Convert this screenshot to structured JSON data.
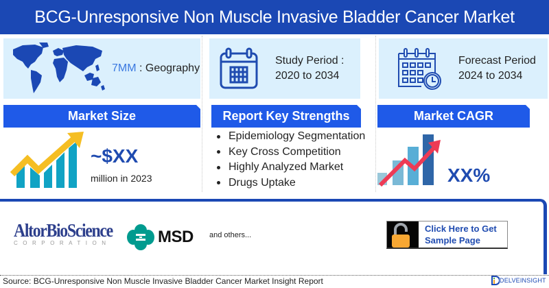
{
  "header": {
    "title": "BCG-Unresponsive Non Muscle Invasive Bladder Cancer Market"
  },
  "geography": {
    "highlight": "7MM",
    "label": " : Geography",
    "icon": "world-map-icon"
  },
  "study_period": {
    "line1": "Study Period :",
    "line2": "2020 to 2034",
    "icon": "calendar-icon"
  },
  "forecast_period": {
    "line1": "Forecast Period",
    "line2": "2024 to 2034",
    "icon": "calendar-clock-icon"
  },
  "market_size": {
    "title": "Market Size",
    "value": "~$XX",
    "subtitle": "million in 2023",
    "icon": "growth-chart-icon"
  },
  "key_strengths": {
    "title": "Report Key Strengths",
    "items": [
      "Epidemiology Segmentation",
      "Key Cross Competition",
      "Highly Analyzed Market",
      "Drugs Uptake"
    ]
  },
  "market_cagr": {
    "title": "Market CAGR",
    "value": "XX%",
    "icon": "rising-bars-icon"
  },
  "companies": {
    "altor_main": "AltorBioScience",
    "altor_sub": "CORPORATION",
    "msd": "MSD",
    "others": "and others..."
  },
  "sample_button": {
    "line1": "Click Here to Get",
    "line2": "Sample Page",
    "icon": "unlock-icon"
  },
  "footer": {
    "source": "Source: BCG-Unresponsive Non Muscle Invasive Bladder Cancer Market Insight Report",
    "brand": "DELVEINSIGHT"
  },
  "colors": {
    "header_bg": "#1b48b4",
    "segment_head_bg": "#1f5ae8",
    "info_bg": "#dbf0fd",
    "value_text": "#1f4bb0",
    "accent_yellow": "#f5be23",
    "accent_teal": "#11a3c4",
    "accent_red": "#ee3b55"
  }
}
